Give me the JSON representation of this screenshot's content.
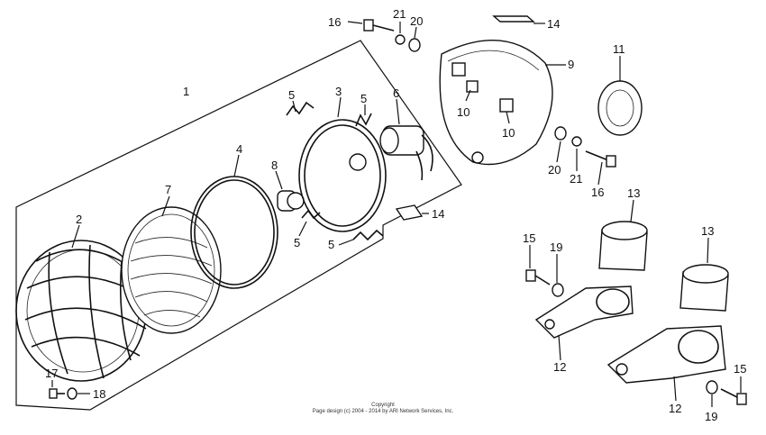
{
  "callouts": [
    "1",
    "2",
    "3",
    "4",
    "5",
    "5",
    "5",
    "5",
    "6",
    "7",
    "8",
    "9",
    "10",
    "10",
    "11",
    "12",
    "12",
    "13",
    "13",
    "14",
    "14",
    "15",
    "15",
    "16",
    "16",
    "17",
    "18",
    "19",
    "19",
    "20",
    "20",
    "21",
    "21"
  ],
  "copyright": {
    "line1": "Copyright",
    "line2": "Page design (c) 2004 - 2014 by ARI Network Services, Inc."
  }
}
